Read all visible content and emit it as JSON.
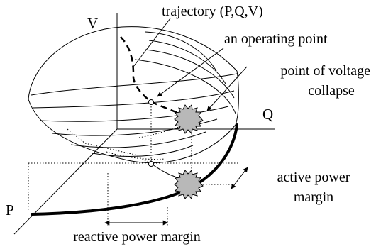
{
  "labels": {
    "axis_v": "V",
    "axis_q": "Q",
    "axis_p": "P",
    "trajectory": "trajectory (P,Q,V)",
    "operating_point": "an operating point",
    "voltage_collapse_line1": "point of voltage",
    "voltage_collapse_line2": "collapse",
    "active_margin_line1": "active power",
    "active_margin_line2": "margin",
    "reactive_margin": "reactive power margin"
  },
  "colors": {
    "ink": "#000000",
    "marker_fill": "#b8b8b8",
    "background": "#ffffff"
  }
}
